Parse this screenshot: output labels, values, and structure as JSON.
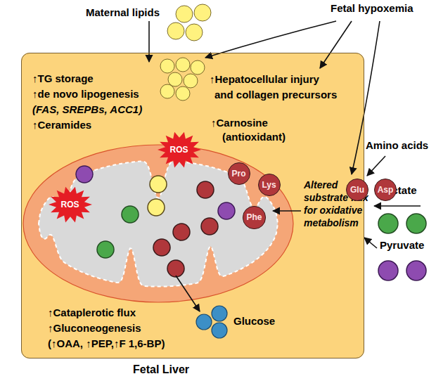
{
  "diagram": {
    "nodes": [
      {
        "text": [
          "Fetal Liver"
        ]
      },
      {
        "text": [
          "ROS"
        ],
        "in": 0
      },
      {
        "text": [
          "ROS"
        ],
        "in": 0
      },
      {
        "text": [
          "Pro"
        ],
        "in": 0
      },
      {
        "text": [
          "Lys"
        ],
        "in": 0
      },
      {
        "text": [
          "Phe"
        ],
        "in": 0
      },
      {
        "text": [
          "Glu"
        ]
      },
      {
        "text": [
          "Asp"
        ]
      }
    ],
    "labels": [
      "Maternal lipids",
      "Fetal hypoxemia",
      "↑TG storage",
      "↑de novo lipogenesis",
      "(FAS, SREPBs, ACC1)",
      "↑Ceramides",
      "↑Hepatocellular injury",
      "and collagen precursors",
      "↑Carnosine",
      "(antioxidant)",
      "Amino acids",
      "Altered",
      "substrate flux",
      "for oxidative",
      "metabolism",
      "Lactate",
      "Pyruvate",
      "↑Cataplerotic flux",
      "↑Gluconeogenesis",
      "(↑OAA, ↑PEP,↑F 1,6-BP)",
      "Glucose"
    ]
  }
}
